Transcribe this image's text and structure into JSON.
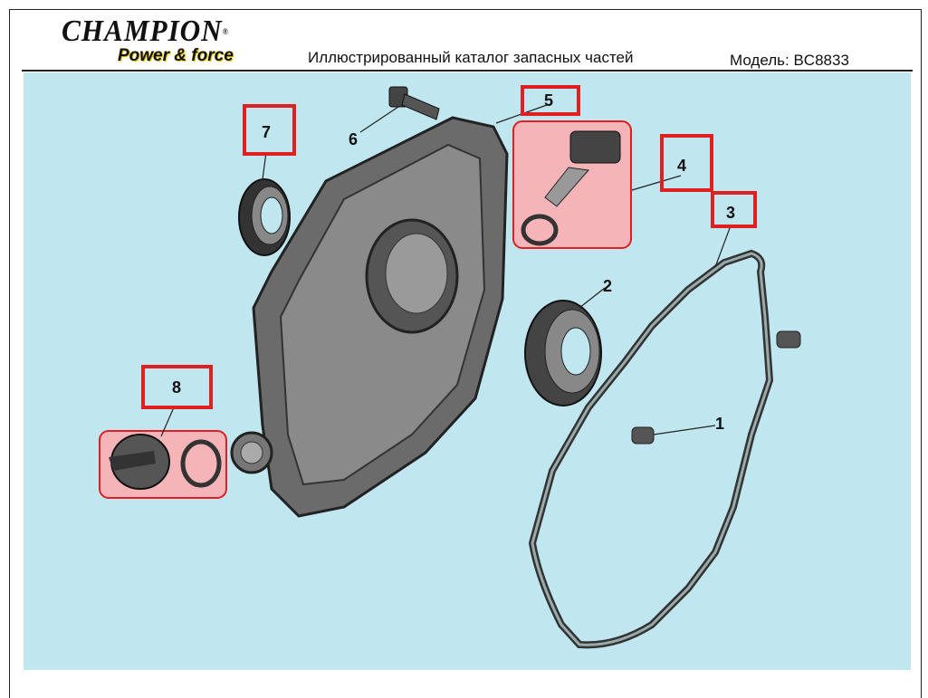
{
  "header": {
    "brand": "CHAMPION",
    "tagline": "Power & force",
    "registered_mark": "®",
    "title": "Иллюстрированный каталог запасных частей",
    "model": "Модель: BC8833"
  },
  "diagram": {
    "background_color": "#c0e6f0",
    "highlight_color": "#e02020",
    "callouts": {
      "p1": "1",
      "p2": "2",
      "p3": "3",
      "p4": "4",
      "p5": "5",
      "p6": "6",
      "p7": "7",
      "p8": "8"
    }
  }
}
